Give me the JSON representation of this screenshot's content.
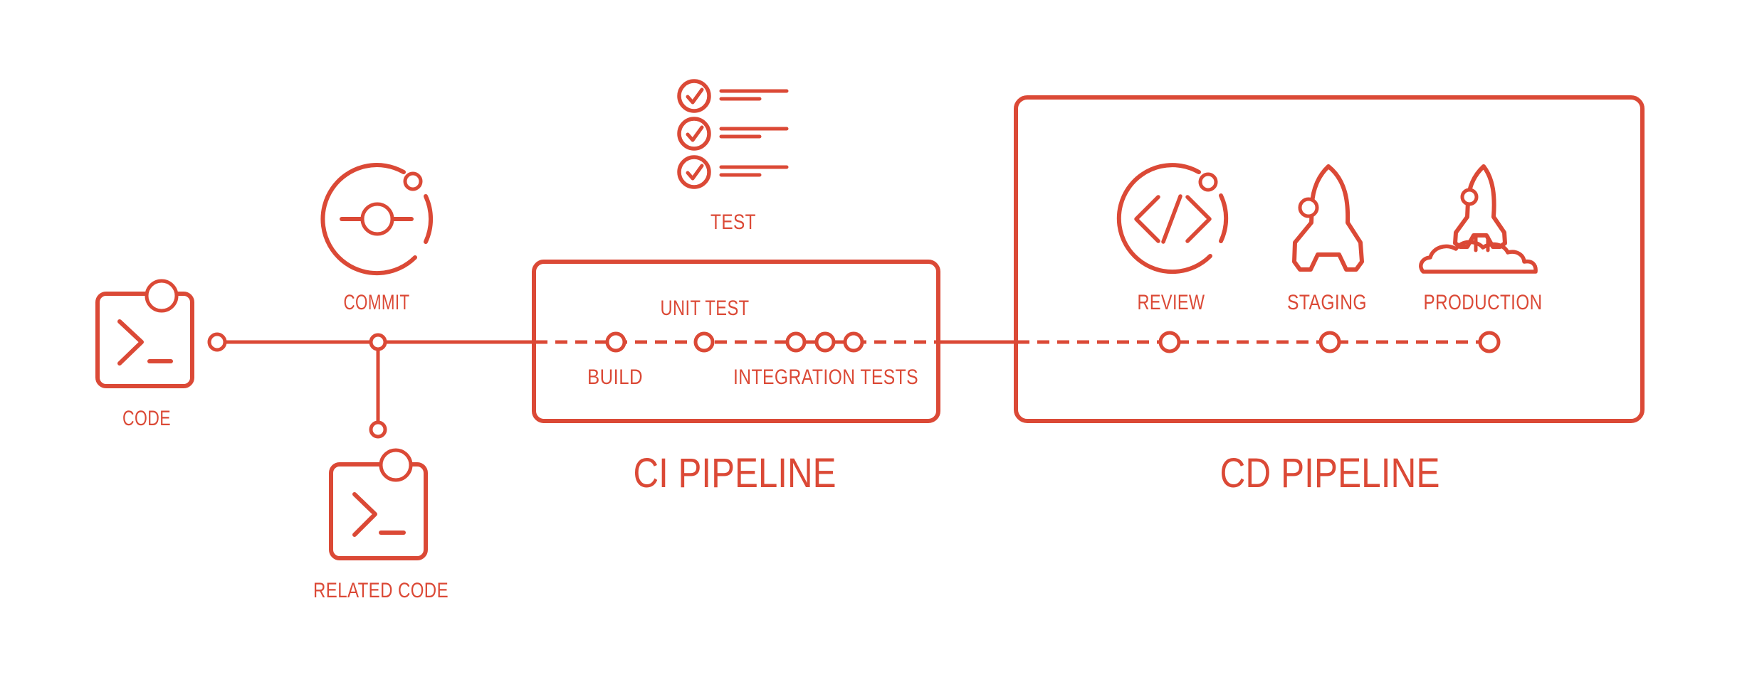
{
  "colors": {
    "accent": "#DB4936",
    "background": "#FFFFFF"
  },
  "pipelines": {
    "ci": {
      "title": "CI PIPELINE"
    },
    "cd": {
      "title": "CD PIPELINE"
    }
  },
  "stages": {
    "code": "CODE",
    "commit": "COMMIT",
    "related_code": "RELATED CODE",
    "test": "TEST",
    "build": "BUILD",
    "unit_test": "UNIT TEST",
    "integration_tests": "INTEGRATION TESTS",
    "review": "REVIEW",
    "staging": "STAGING",
    "production": "PRODUCTION"
  },
  "icons": [
    "code-terminal-icon",
    "commit-orbit-icon",
    "related-code-terminal-icon",
    "test-checklist-icon",
    "review-code-orbit-icon",
    "staging-rocket-icon",
    "production-rocket-launch-icon"
  ]
}
